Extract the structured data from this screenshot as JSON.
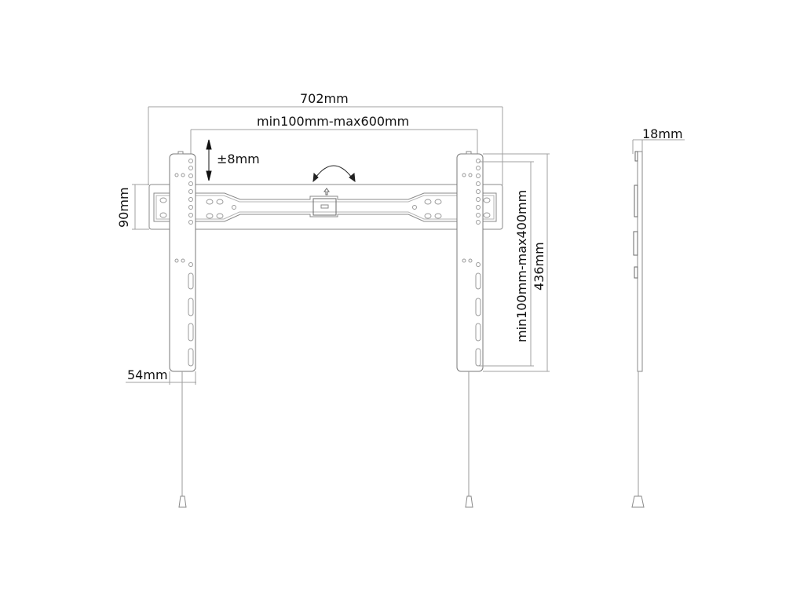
{
  "diagram": {
    "title": "Fixed TV wall mount technical drawing",
    "views": [
      "front-view",
      "side-view"
    ],
    "dimensions": {
      "overall_width": "702mm",
      "vesa_horizontal": "min100mm-max600mm",
      "vertical_adjust": "±8mm",
      "wall_plate_height": "90mm",
      "vesa_vertical": "min100mm-max400mm",
      "arm_height": "436mm",
      "arm_width": "54mm",
      "depth": "18mm"
    },
    "colors": {
      "line": "#8a8a8a",
      "dim_line": "#9a9a9a",
      "text": "#111111",
      "background": "#ffffff"
    }
  }
}
